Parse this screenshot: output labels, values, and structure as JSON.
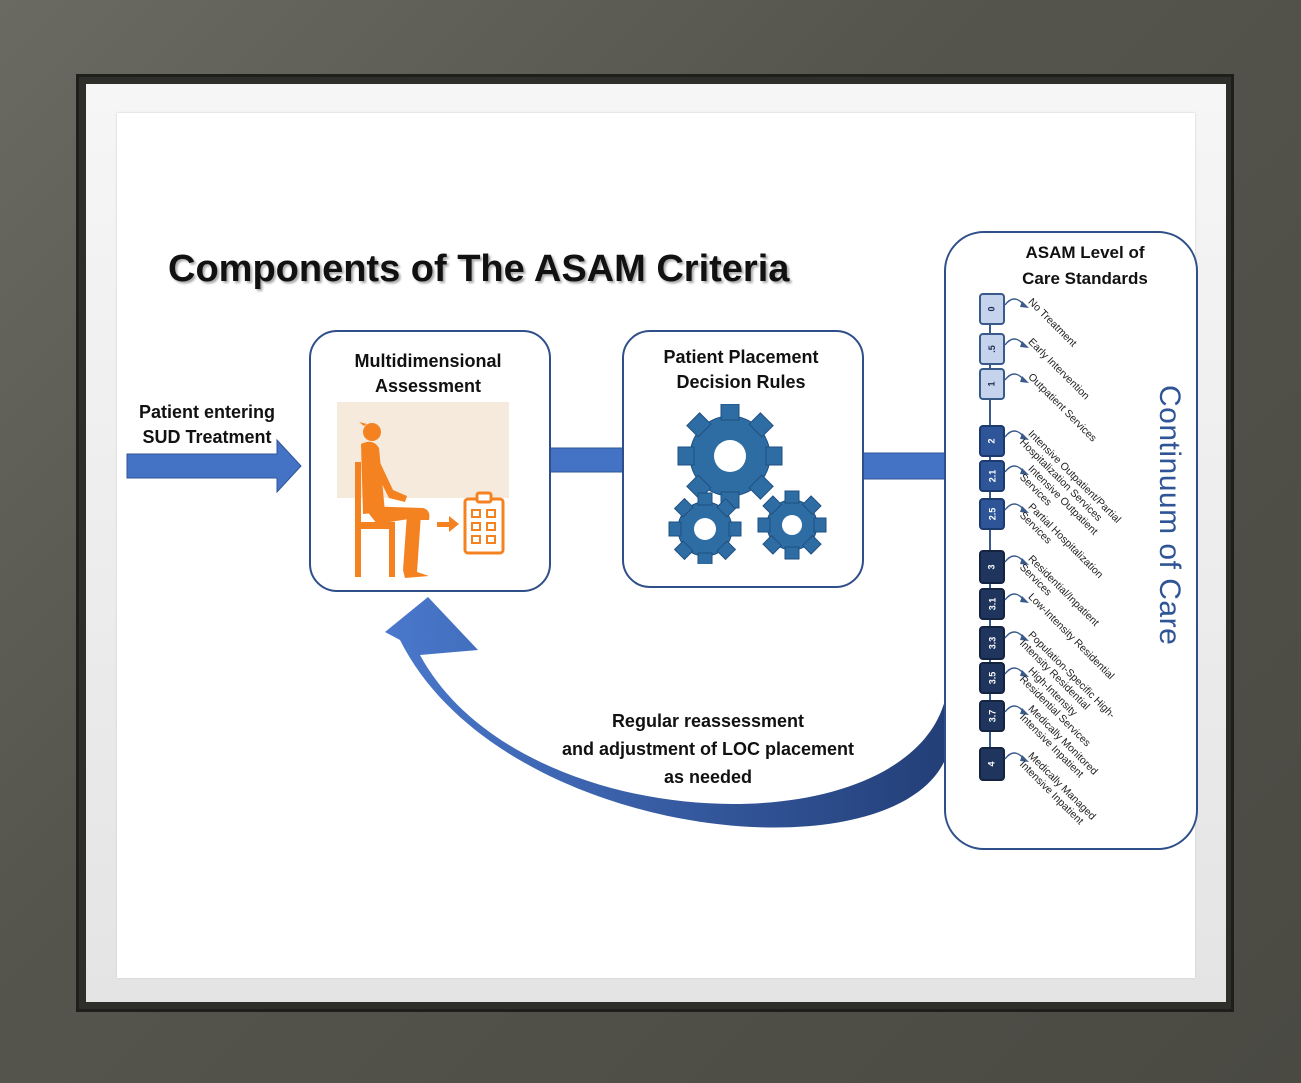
{
  "title": "Components of The ASAM Criteria",
  "entry_label_1": "Patient entering",
  "entry_label_2": "SUD Treatment",
  "assessment_title_1": "Multidimensional",
  "assessment_title_2": "Assessment",
  "decision_title_1": "Patient Placement",
  "decision_title_2": "Decision Rules",
  "loc_title_1": "ASAM Level of",
  "loc_title_2": "Care Standards",
  "continuum_label": "Continuum of Care",
  "reassess_1": "Regular reassessment",
  "reassess_2": "and adjustment of LOC placement",
  "reassess_3": "as needed",
  "colors": {
    "arrow": "#4472c4",
    "box_border": "#2f4f8a",
    "person": "#f58220",
    "gear": "#2e6da4"
  },
  "levels": [
    {
      "code": "0",
      "lines": [
        "No Treatment"
      ]
    },
    {
      "code": ".5",
      "lines": [
        "Early Intervention"
      ]
    },
    {
      "code": "1",
      "lines": [
        "Outpatient Services"
      ]
    },
    {
      "code": "2",
      "lines": [
        "Intensive Outpatient/Partial",
        "Hospitalization Services"
      ]
    },
    {
      "code": "2.1",
      "lines": [
        "Intensive Outpatient",
        "Services"
      ]
    },
    {
      "code": "2.5",
      "lines": [
        "Partial Hospitalization",
        "Services"
      ]
    },
    {
      "code": "3",
      "lines": [
        "Residential/Inpatient",
        "Services"
      ]
    },
    {
      "code": "3.1",
      "lines": [
        "Low-Intensity Residential"
      ]
    },
    {
      "code": "3.3",
      "lines": [
        "Population-Specific High-",
        "Intensity Residential"
      ]
    },
    {
      "code": "3.5",
      "lines": [
        "High-Intensity",
        "Residential Services"
      ]
    },
    {
      "code": "3.7",
      "lines": [
        "Medically Monitored",
        "Intensive Inpatient"
      ]
    },
    {
      "code": "4",
      "lines": [
        "Medically Managed",
        "Intensive Inpatient"
      ]
    }
  ]
}
